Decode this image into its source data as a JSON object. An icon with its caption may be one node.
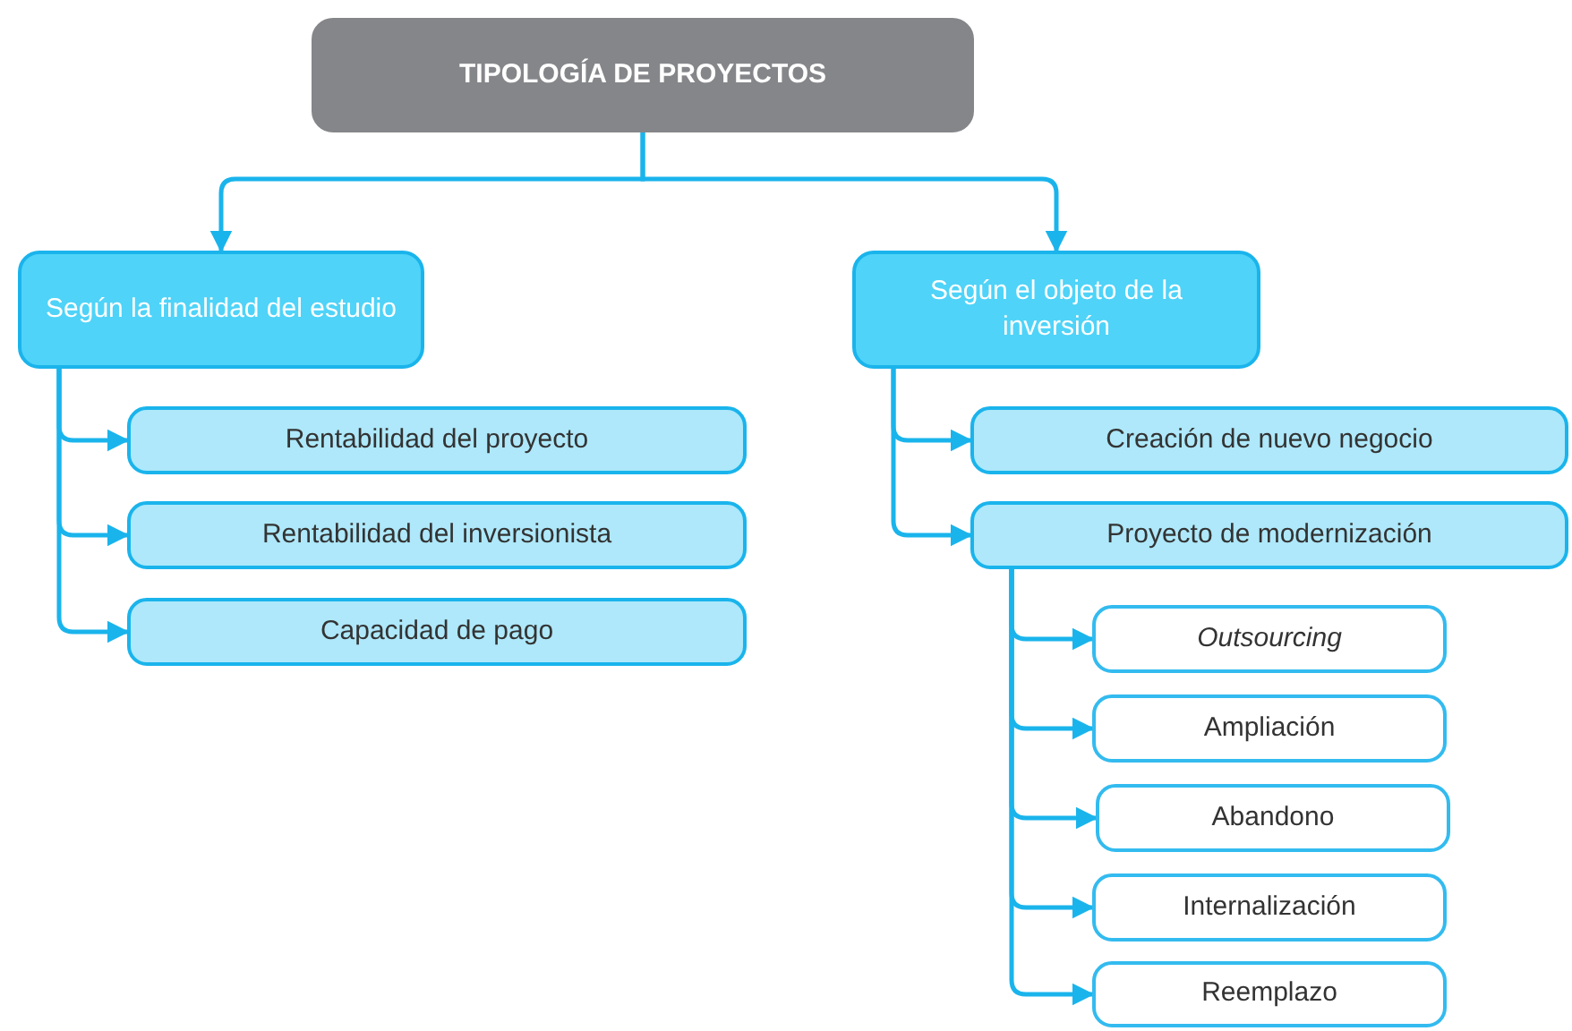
{
  "diagram": {
    "nodes": [
      {
        "text": [
          "TIPOLOGÍA DE PROYECTOS"
        ]
      },
      {
        "text": [
          "Según la finalidad del estudio"
        ]
      },
      {
        "text": [
          "Según el objeto de la inversión"
        ]
      },
      {
        "text": [
          "Rentabilidad del proyecto"
        ]
      },
      {
        "text": [
          "Rentabilidad del inversionista"
        ]
      },
      {
        "text": [
          "Capacidad de pago"
        ]
      },
      {
        "text": [
          "Creación de nuevo negocio"
        ]
      },
      {
        "text": [
          "Proyecto de modernización"
        ]
      },
      {
        "text": [
          "Outsourcing"
        ]
      },
      {
        "text": [
          "Ampliación"
        ]
      },
      {
        "text": [
          "Abandono"
        ]
      },
      {
        "text": [
          "Internalización"
        ]
      },
      {
        "text": [
          "Reemplazo"
        ]
      }
    ],
    "edges": [
      {
        "from": 0,
        "to": 1,
        "arrow": "to"
      },
      {
        "from": 0,
        "to": 2,
        "arrow": "to"
      },
      {
        "from": 1,
        "to": 3,
        "arrow": "to"
      },
      {
        "from": 1,
        "to": 4,
        "arrow": "to"
      },
      {
        "from": 1,
        "to": 5,
        "arrow": "to"
      },
      {
        "from": 2,
        "to": 6,
        "arrow": "to"
      },
      {
        "from": 2,
        "to": 7,
        "arrow": "to"
      },
      {
        "from": 7,
        "to": 8,
        "arrow": "to"
      },
      {
        "from": 7,
        "to": 9,
        "arrow": "to"
      },
      {
        "from": 7,
        "to": 10,
        "arrow": "to"
      },
      {
        "from": 7,
        "to": 11,
        "arrow": "to"
      },
      {
        "from": 7,
        "to": 12,
        "arrow": "to"
      }
    ]
  }
}
